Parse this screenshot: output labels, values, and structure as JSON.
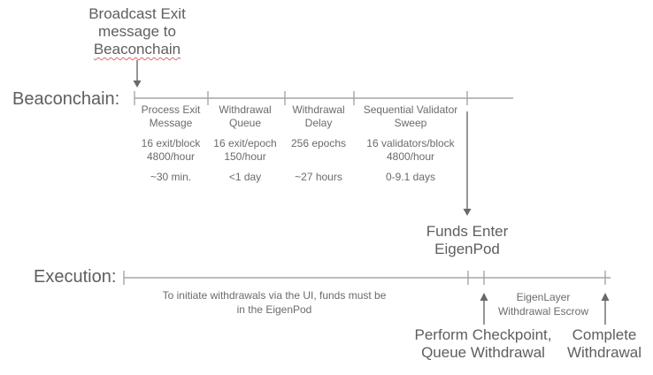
{
  "colors": {
    "ink": "#5e5e5e",
    "ink2": "#6b6b6b",
    "axis": "#a6a6a6",
    "arrow": "#696969",
    "squiggle": "#e06666",
    "bg": "#ffffff"
  },
  "top_annotation": {
    "line1": "Broadcast Exit",
    "line2": "message to",
    "line3": "Beaconchain"
  },
  "beaconchain": {
    "label": "Beaconchain:",
    "stages": [
      {
        "name_line1": "Process Exit",
        "name_line2": "Message",
        "rate_line1": "16 exit/block",
        "rate_line2": "4800/hour",
        "duration": "~30 min."
      },
      {
        "name_line1": "Withdrawal",
        "name_line2": "Queue",
        "rate_line1": "16 exit/epoch",
        "rate_line2": "150/hour",
        "duration": "<1 day"
      },
      {
        "name_line1": "Withdrawal",
        "name_line2": "Delay",
        "rate_line1": "256 epochs",
        "rate_line2": "",
        "duration": "~27 hours"
      },
      {
        "name_line1": "Sequential Validator",
        "name_line2": "Sweep",
        "rate_line1": "16 validators/block",
        "rate_line2": "4800/hour",
        "duration": "0-9.1 days"
      }
    ]
  },
  "funds_enter": {
    "line1": "Funds Enter",
    "line2": "EigenPod"
  },
  "execution": {
    "label": "Execution:",
    "note_line1": "To initiate withdrawals via the UI, funds must be",
    "note_line2": "in the EigenPod",
    "escrow_line1": "EigenLayer",
    "escrow_line2": "Withdrawal Escrow",
    "checkpoint_line1": "Perform Checkpoint,",
    "checkpoint_line2": "Queue Withdrawal",
    "complete_line1": "Complete",
    "complete_line2": "Withdrawal"
  }
}
